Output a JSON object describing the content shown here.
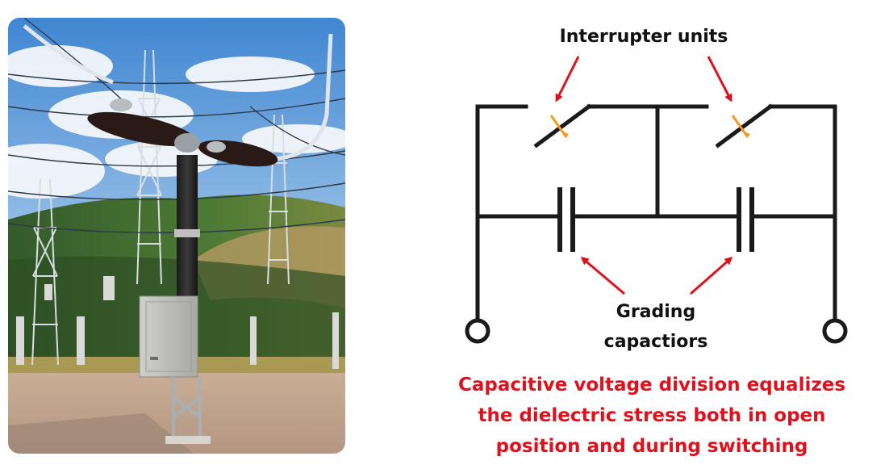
{
  "photo": {
    "subject": "circuit-breaker-substation-photo"
  },
  "diagram": {
    "label_interrupters": "Interrupter units",
    "label_capacitors_line1": "Grading",
    "label_capacitors_line2": "capactiors",
    "caption_lines": [
      "Capacitive voltage division equalizes",
      "the dielectric stress both in open",
      "position and during switching"
    ]
  },
  "colors": {
    "line": "#1a1a1a",
    "arrow": "#e0101c",
    "contact_marker": "#f39a1e",
    "caption": "#e0101c"
  }
}
